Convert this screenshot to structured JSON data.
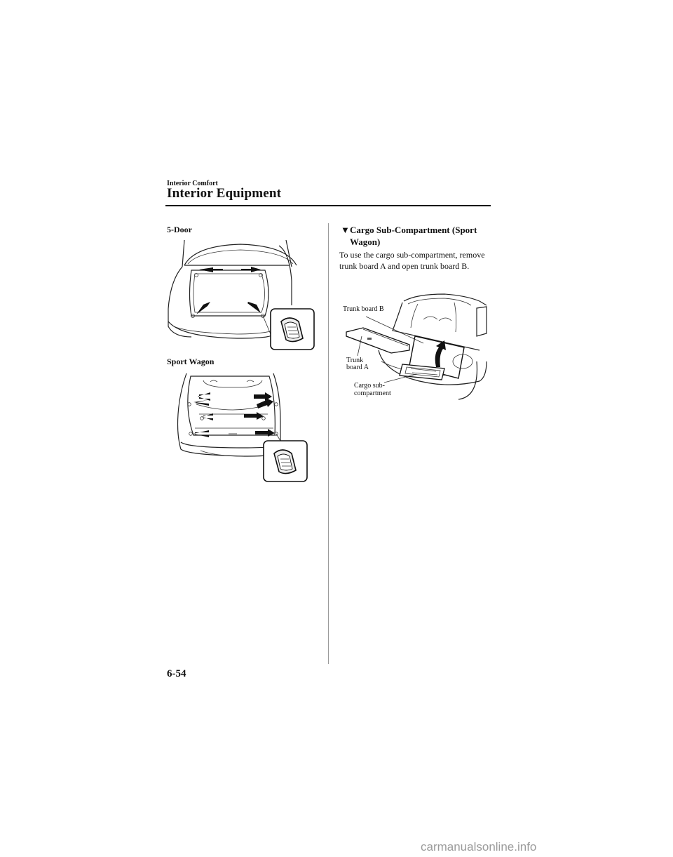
{
  "header": {
    "section": "Interior Comfort",
    "title": "Interior Equipment"
  },
  "left": {
    "label_5door": "5-Door",
    "label_wagon": "Sport Wagon"
  },
  "right": {
    "heading_symbol": "▼",
    "heading": "Cargo Sub-Compartment (Sport Wagon)",
    "body": "To use the cargo sub-compartment, remove trunk board A and open trunk board B.",
    "callouts": {
      "trunk_board_b": "Trunk board B",
      "trunk_board_a_1": "Trunk",
      "trunk_board_a_2": "board A",
      "cargo_sub_1": "Cargo sub-",
      "cargo_sub_2": "compartment"
    }
  },
  "footer": {
    "page_number": "6-54",
    "watermark": "carmanualsonline.info"
  }
}
